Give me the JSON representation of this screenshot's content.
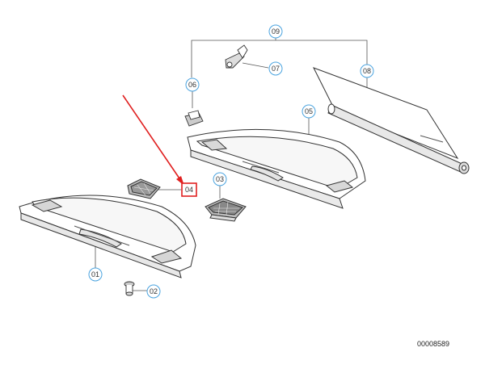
{
  "diagram": {
    "document_number": "00008589",
    "highlight_color": "#e02020",
    "callout_color": "#4aa3df",
    "selected_part": "04",
    "callouts": {
      "p01": "01",
      "p02": "02",
      "p03": "03",
      "p04": "04",
      "p05": "05",
      "p06": "06",
      "p07": "07",
      "p08": "08",
      "p09": "09"
    }
  }
}
